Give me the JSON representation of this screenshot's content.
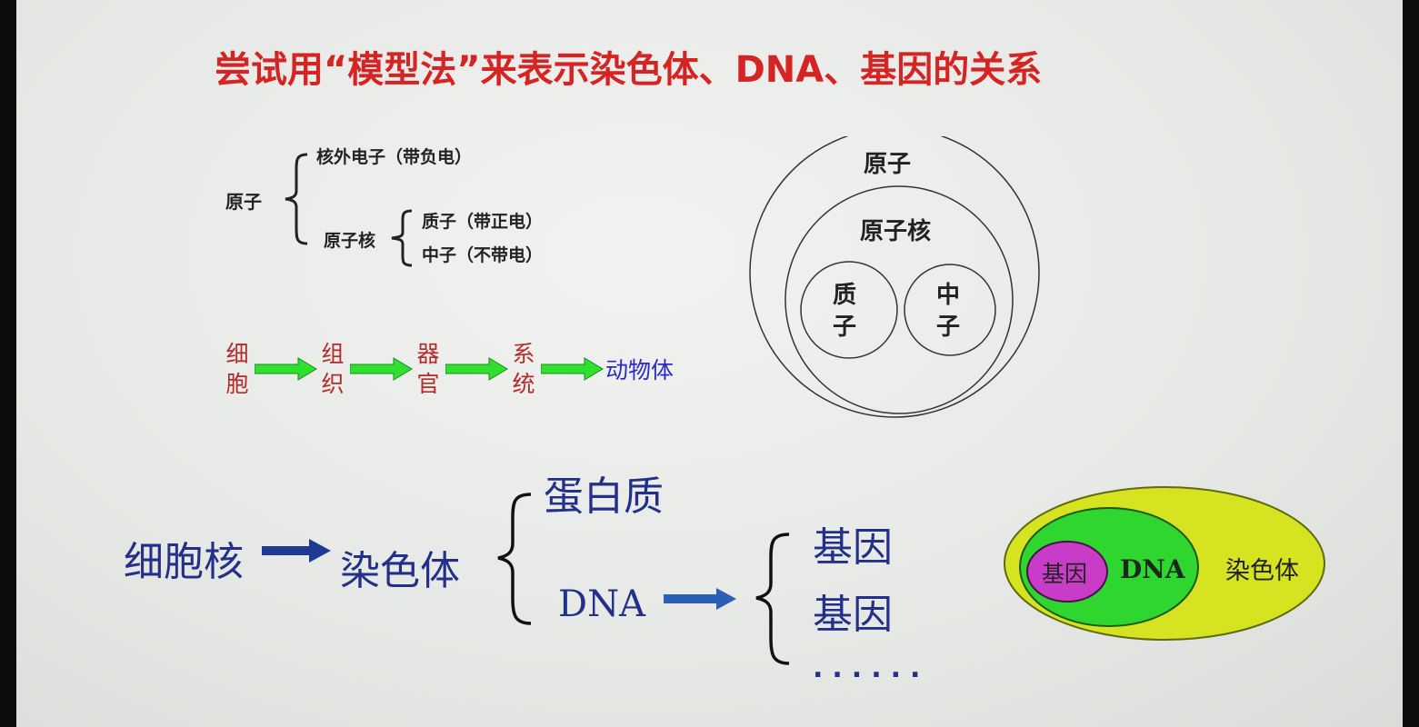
{
  "title": "尝试用“模型法”来表示染色体、DNA、基因的关系",
  "atom_tree": {
    "root": "原子",
    "electron": "核外电子（带负电）",
    "nucleus": "原子核",
    "proton": "质子（带正电）",
    "neutron": "中子（不带电）"
  },
  "atom_circles": {
    "atom": "原子",
    "nucleus": "原子核",
    "proton": "质\n子",
    "neutron": "中\n子"
  },
  "organism_chain": {
    "items": [
      "细胞",
      "组织",
      "器官",
      "系统"
    ],
    "end": "动物体"
  },
  "chromosome_tree": {
    "nucleus": "细胞核",
    "chromosome": "染色体",
    "protein": "蛋白质",
    "dna": "DNA",
    "gene1": "基因",
    "gene2": "基因",
    "dots": "......"
  },
  "ellipse_model": {
    "gene": "基因",
    "dna": "DNA",
    "chromosome": "染色体"
  },
  "colors": {
    "title": "#d42424",
    "green_arrow": "#2fe02f",
    "blue_arrow": "#2a5fb5",
    "ellipse_outer": "#d6e321",
    "ellipse_mid": "#2fd62f",
    "ellipse_inner": "#c83cc8"
  }
}
